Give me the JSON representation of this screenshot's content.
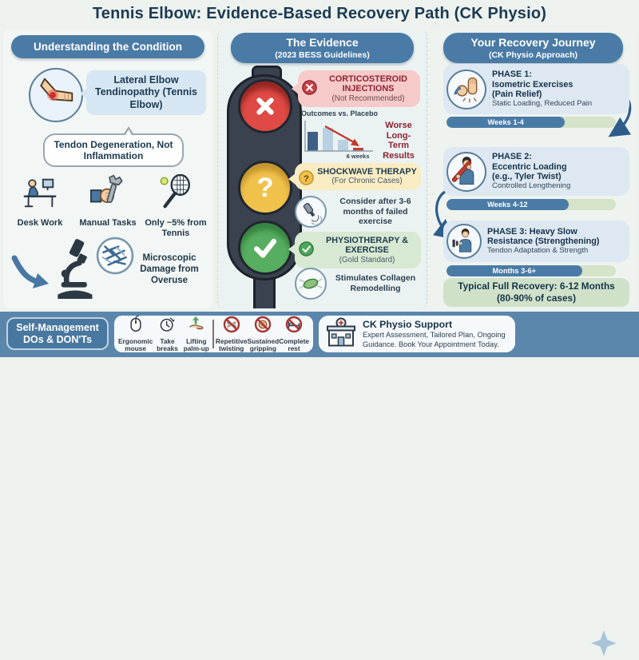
{
  "title": "Tennis Elbow: Evidence-Based Recovery Path (CK Physio)",
  "colors": {
    "header_pill": "#4a7ba7",
    "stop_red": "#df4a44",
    "caution_yellow": "#f1c24b",
    "go_green": "#57ae60",
    "not_recommended_bg": "#f6cac8",
    "shockwave_bg": "#f9ecc2",
    "physio_bg": "#d7e9d2",
    "footer_bg": "#5b86ac"
  },
  "left": {
    "header": "Understanding the Condition",
    "diagnosis": "Lateral Elbow Tendinopathy (Tennis Elbow)",
    "bubble": "Tendon Degeneration, Not Inflammation",
    "causes": [
      {
        "icon": "desk-icon",
        "label": "Desk Work"
      },
      {
        "icon": "wrench-hand-icon",
        "label": "Manual Tasks"
      },
      {
        "icon": "tennis-racket-icon",
        "label": "Only ~5% from Tennis"
      }
    ],
    "damage_label": "Microscopic Damage from Overuse"
  },
  "evidence": {
    "header": "The Evidence",
    "subheader": "(2023 BESS Guidelines)",
    "not_recommended": {
      "title": "CORTICOSTEROID INJECTIONS",
      "subtitle": "(Not Recommended)"
    },
    "chart": {
      "title": "Outcomes vs. Placebo",
      "note": "Worse Long-Term Results",
      "x_label": "6 weeks"
    },
    "chart_data": {
      "type": "bar",
      "title": "Outcomes vs. Placebo",
      "x_label": "6 weeks",
      "annotation": "Worse Long-Term Results",
      "bars": [
        {
          "value": 0.72,
          "color": "#3d5f86"
        },
        {
          "value": 0.85,
          "color": "#b9cfe2"
        },
        {
          "value": 0.42,
          "color": "#b9cfe2"
        },
        {
          "value": 0.13,
          "color": "#bf4038"
        }
      ],
      "trend": "declining red arrow to 6 weeks"
    },
    "shockwave": {
      "title": "SHOCKWAVE THERAPY",
      "subtitle": "(For Chronic Cases)"
    },
    "consider_text": "Consider after 3-6 months of failed exercise",
    "physio": {
      "title": "PHYSIOTHERAPY & EXERCISE",
      "subtitle": "(Gold Standard)"
    },
    "stimulates_text": "Stimulates Collagen Remodelling"
  },
  "journey": {
    "header": "Your Recovery Journey",
    "subheader": "(CK Physio Approach)",
    "phases": [
      {
        "icon": "isometric-hands-icon",
        "title": "PHASE 1:\nIsometric Exercises\n(Pain Relief)",
        "detail": "Static Loading, Reduced Pain",
        "timeline": "Weeks 1-4",
        "progress": 0.7
      },
      {
        "icon": "tyler-twist-icon",
        "title": "PHASE 2:\nEccentric Loading\n(e.g., Tyler Twist)",
        "detail": "Controlled Lengthening",
        "timeline": "Weeks 4-12",
        "progress": 0.72
      },
      {
        "icon": "heavy-resistance-icon",
        "title": "PHASE 3: Heavy Slow\nResistance (Strengthening)",
        "detail": "Tendon Adaptation & Strength",
        "timeline": "Months 3-6+",
        "progress": 0.8
      }
    ],
    "recovery_line1": "Typical Full Recovery: 6-12 Months",
    "recovery_line2": "(80-90% of cases)"
  },
  "footer": {
    "self_management": {
      "line1": "Self-Management",
      "line2": "DOs & DON'Ts"
    },
    "dos": [
      {
        "icon": "mouse-icon",
        "label": "Ergonomic mouse"
      },
      {
        "icon": "clock-icon",
        "label": "Take breaks"
      },
      {
        "icon": "palm-up-icon",
        "label": "Lifting palm-up"
      }
    ],
    "donts": [
      {
        "icon": "no-twisting-icon",
        "label": "Repetitive twisting"
      },
      {
        "icon": "no-gripping-icon",
        "label": "Sustained gripping"
      },
      {
        "icon": "no-rest-icon",
        "label": "Complete rest"
      }
    ],
    "support": {
      "title": "CK Physio Support",
      "text": "Expert Assessment, Tailored Plan, Ongoing Guidance. Book Your Appointment Today."
    }
  }
}
